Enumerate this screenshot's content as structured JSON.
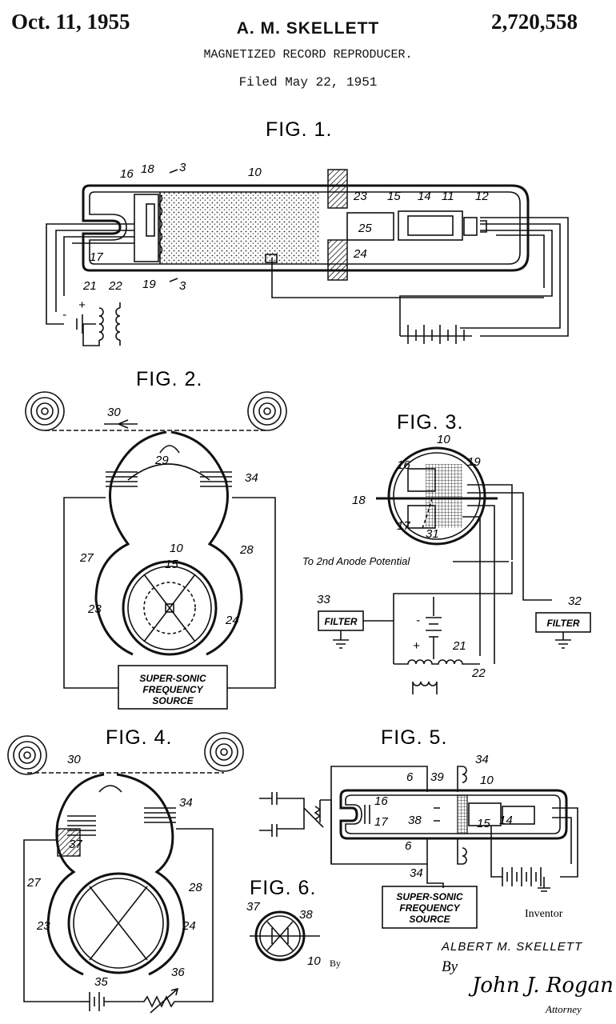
{
  "header": {
    "date": "Oct. 11, 1955",
    "inventor": "A. M. SKELLETT",
    "patent_number": "2,720,558",
    "title": "MAGNETIZED RECORD REPRODUCER.",
    "filed": "Filed May 22, 1951"
  },
  "figures": {
    "fig1": {
      "title": "FIG. 1.",
      "labels": [
        "16",
        "18",
        "3",
        "10",
        "23",
        "15",
        "14",
        "11",
        "12",
        "25",
        "17",
        "19",
        "3",
        "24",
        "21",
        "22"
      ],
      "battery_signs": [
        "-",
        "+"
      ]
    },
    "fig2": {
      "title": "FIG. 2.",
      "labels": [
        "30",
        "29",
        "34",
        "10",
        "27",
        "15",
        "28",
        "23",
        "24"
      ],
      "box_lines": [
        "SUPER-SONIC",
        "FREQUENCY",
        "SOURCE"
      ]
    },
    "fig3": {
      "title": "FIG. 3.",
      "labels": [
        "10",
        "16",
        "19",
        "18",
        "17",
        "31",
        "33",
        "32",
        "21",
        "22"
      ],
      "anode_text": "To 2nd Anode Potential",
      "filter_left": "FILTER",
      "filter_right": "FILTER",
      "battery_signs": [
        "-",
        "+"
      ]
    },
    "fig4": {
      "title": "FIG. 4.",
      "labels": [
        "30",
        "34",
        "37",
        "27",
        "28",
        "23",
        "24",
        "35",
        "36"
      ]
    },
    "fig5": {
      "title": "FIG. 5.",
      "labels": [
        "34",
        "6",
        "39",
        "10",
        "16",
        "17",
        "38",
        "15",
        "14",
        "6",
        "34"
      ],
      "box_lines": [
        "SUPER-SONIC",
        "FREQUENCY",
        "SOURCE"
      ]
    },
    "fig6": {
      "title": "FIG. 6.",
      "labels": [
        "37",
        "38",
        "10"
      ]
    }
  },
  "footer": {
    "inventor_heading": "Inventor",
    "inventor_name": "ALBERT M. SKELLETT",
    "by_small": "By",
    "by_large": "By",
    "attorney_signature": "John J. Rogan",
    "attorney_label": "Attorney"
  }
}
